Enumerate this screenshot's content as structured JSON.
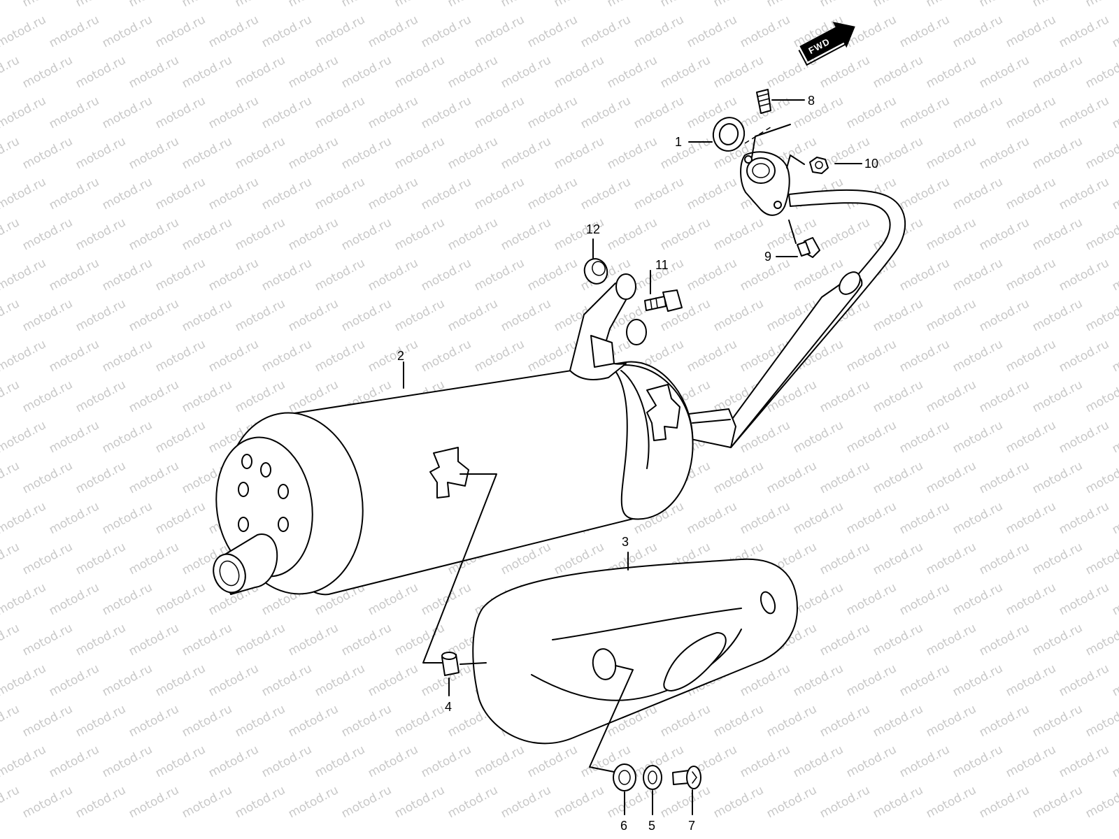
{
  "watermark": "motod.ru",
  "fwd_label": "FWD",
  "callouts": {
    "c1": "1",
    "c2": "2",
    "c3": "3",
    "c4": "4",
    "c5": "5",
    "c6": "6",
    "c7": "7",
    "c8": "8",
    "c9": "9",
    "c10": "10",
    "c11": "11",
    "c12": "12"
  },
  "colors": {
    "ink": "#000000",
    "watermark": "#c8c8c8",
    "paper": "#ffffff"
  }
}
